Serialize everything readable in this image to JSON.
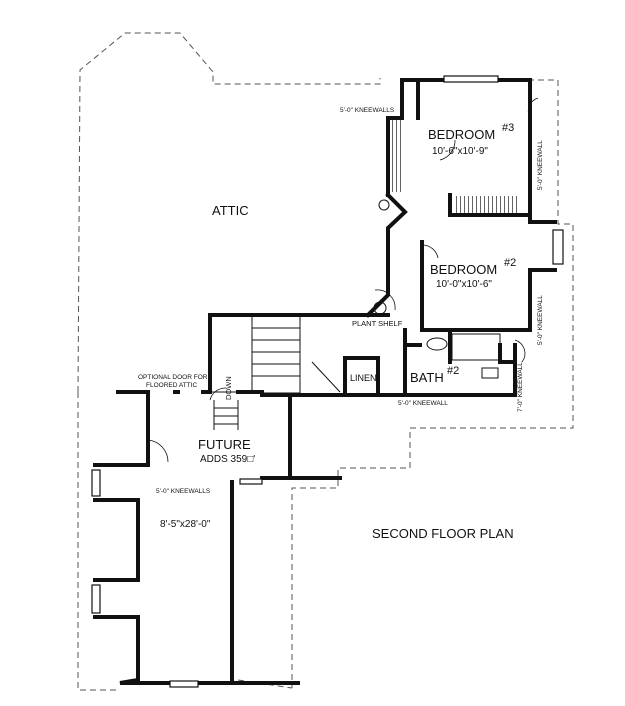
{
  "plan": {
    "title": "SECOND FLOOR PLAN",
    "rooms": {
      "attic": "ATTIC",
      "bedroom3": {
        "name": "BEDROOM",
        "num": "#3",
        "dims": "10'-6\"x10'-9\""
      },
      "bedroom2": {
        "name": "BEDROOM",
        "num": "#2",
        "dims": "10'-0\"x10'-6\""
      },
      "bath2": {
        "name": "BATH",
        "num": "#2"
      },
      "linen": "LINEN",
      "future": {
        "name": "FUTURE",
        "adds": "ADDS 359□'",
        "dims": "8'-5\"x28'-0\""
      }
    },
    "notes": {
      "kneewalls_top": "5'-0\" KNEEWALLS",
      "kneewall_right_top": "5'-0\" KNEEWALL",
      "kneewall_right_mid": "5'-0\" KNEEWALL",
      "kneewall_7": "7'-0\" KNEEWALL",
      "kneewall_bottom": "5'-0\" KNEEWALL",
      "kneewalls_future": "5'-0\" KNEEWALLS",
      "plant_shelf": "PLANT SHELF",
      "optional_door_1": "OPTIONAL DOOR FOR",
      "optional_door_2": "FLOORED ATTIC",
      "down": "DOWN"
    },
    "colors": {
      "wall": "#111111",
      "dashed": "#555555",
      "hatch": "#222222"
    }
  }
}
